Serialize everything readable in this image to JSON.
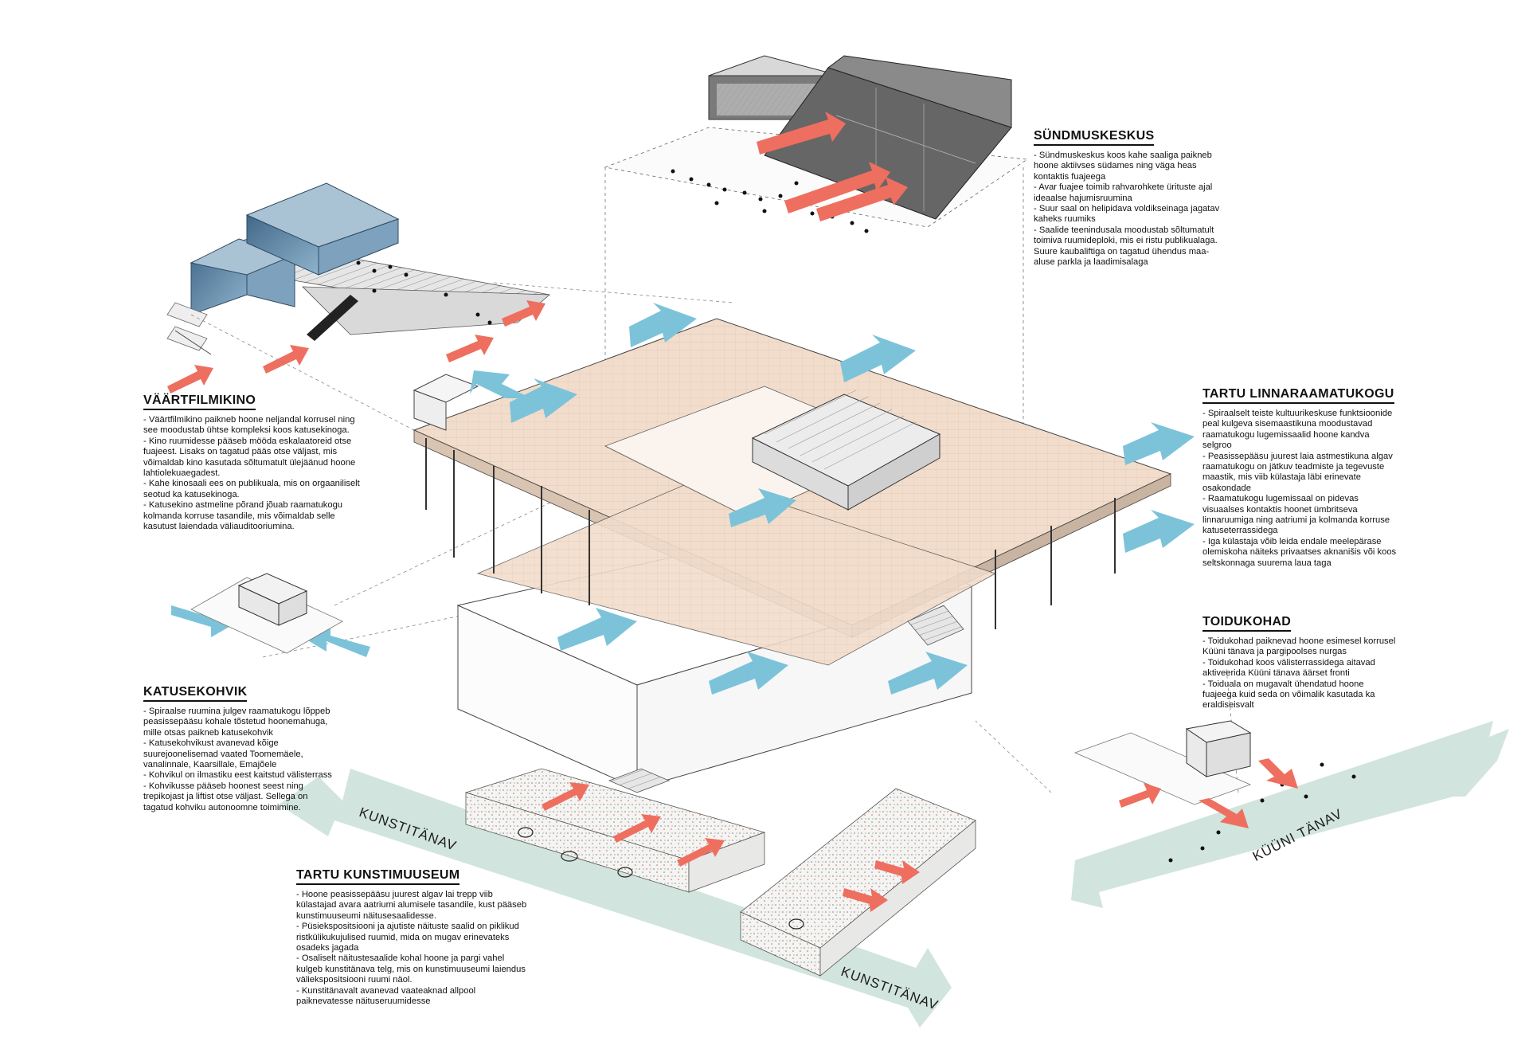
{
  "colors": {
    "flow_arrow_blue": "#7cc3da",
    "entry_arrow_red": "#ee6f5f",
    "street_arrow_green": "#cfe3dc",
    "floor_tint": "#f1dccb",
    "cinema_glass": "#5f87a6",
    "hall_dark": "#6c6c6c"
  },
  "sections": {
    "syndmuskeskus": {
      "title": "SÜNDMUSKESKUS",
      "lines": [
        "- Sündmuskeskus koos kahe saaliga paikneb",
        "hoone aktiivses südames ning väga heas",
        "kontaktis fuajeega",
        "- Avar fuajee toimib rahvarohkete ürituste ajal",
        "ideaalse hajumisruumina",
        "- Suur saal on helipidava voldikseinaga jagatav",
        "kaheks ruumiks",
        "- Saalide teenindusala moodustab sõltumatult",
        "toimiva ruumideploki, mis ei ristu publikualaga.",
        "Suure kaubaliftiga on tagatud ühendus maa-",
        "aluse parkla ja laadimisalaga"
      ]
    },
    "vaartfilmikino": {
      "title": "VÄÄRTFILMIKINO",
      "lines": [
        "- Väärtfilmikino paikneb hoone neljandal korrusel ning",
        "see moodustab ühtse kompleksi koos katusekinoga.",
        "- Kino ruumidesse pääseb mööda eskalaatoreid otse",
        "fuajeest. Lisaks on tagatud pääs otse väljast, mis",
        "võimaldab kino kasutada sõltumatult ülejäänud hoone",
        "lahtiolekuaegadest.",
        "- Kahe kinosaali ees on publikuala, mis on orgaaniliselt",
        "seotud ka katusekinoga.",
        "- Katusekino astmeline põrand jõuab raamatukogu",
        "kolmanda korruse tasandile, mis võimaldab selle",
        "kasutust laiendada väliauditooriumina."
      ]
    },
    "raamatukogu": {
      "title": "TARTU LINNARAAMATUKOGU",
      "lines": [
        "- Spiraalselt teiste kultuurikeskuse funktsioonide",
        "peal kulgeva sisemaastikuna moodustavad",
        "raamatukogu lugemissaalid hoone kandva",
        "selgroo",
        "- Peasissepääsu juurest laia astmestikuna algav",
        "raamatukogu on jätkuv teadmiste ja tegevuste",
        "maastik, mis viib külastaja läbi erinevate",
        "osakondade",
        "- Raamatukogu lugemissaal on pidevas",
        "visuaalses kontaktis hoonet ümbritseva",
        "linnaruumiga ning aatriumi ja kolmanda korruse",
        "katuseterrassidega",
        "- Iga külastaja võib leida endale meelepärase",
        "olemiskoha näiteks privaatses aknanišis või koos",
        "seltskonnaga suurema laua taga"
      ]
    },
    "toidukohad": {
      "title": "TOIDUKOHAD",
      "lines": [
        "- Toidukohad paiknevad hoone esimesel korrusel",
        "Küüni tänava ja pargipoolses nurgas",
        "- Toidukohad koos välisterrassidega aitavad",
        "aktiveerida Küüni tänava äärset fronti",
        "- Toiduala on mugavalt ühendatud hoone",
        "fuajeega kuid seda on võimalik kasutada ka",
        "eraldiseisvalt"
      ]
    },
    "katusekohvik": {
      "title": "KATUSEKOHVIK",
      "lines": [
        "- Spiraalse ruumina julgev raamatukogu lõppeb",
        "peasissepääsu kohale tõstetud hoonemahuga,",
        "mille otsas paikneb katusekohvik",
        "- Katusekohvikust avanevad kõige",
        "suurejoonelisemad vaated Toomemäele,",
        "vanalinnale, Kaarsillale, Emajõele",
        "- Kohvikul on ilmastiku eest kaitstud välisterrass",
        "- Kohvikusse pääseb hoonest seest ning",
        "trepikojast ja liftist otse väljast. Sellega on",
        "tagatud kohviku autonoomne toimimine."
      ]
    },
    "kunstimuuseum": {
      "title": "TARTU KUNSTIMUUSEUM",
      "lines": [
        "- Hoone peasissepääsu juurest algav lai trepp viib",
        "külastajad avara aatriumi alumisele tasandile, kust pääseb",
        "kunstimuuseumi näitusesaalidesse.",
        "- Püsiekspositsiooni ja ajutiste näituste saalid on piklikud",
        "ristkülikukujulised ruumid, mida on mugav erinevateks",
        "osadeks jagada",
        "- Osaliselt näitustesaalide kohal hoone ja pargi vahel",
        "kulgeb kunstitänava telg, mis on kunstimuuseumi laiendus",
        "väliekspositsiooni ruumi näol.",
        "- Kunstitänavalt avanevad vaateaknad allpool",
        "paiknevatesse näituseruumidesse"
      ]
    }
  },
  "street_labels": {
    "kunstitanav_upper": "KUNSTITÄNAV",
    "kunstitanav_lower": "KUNSTITÄNAV",
    "kyyni_tanav": "KÜÜNI TÄNAV"
  }
}
